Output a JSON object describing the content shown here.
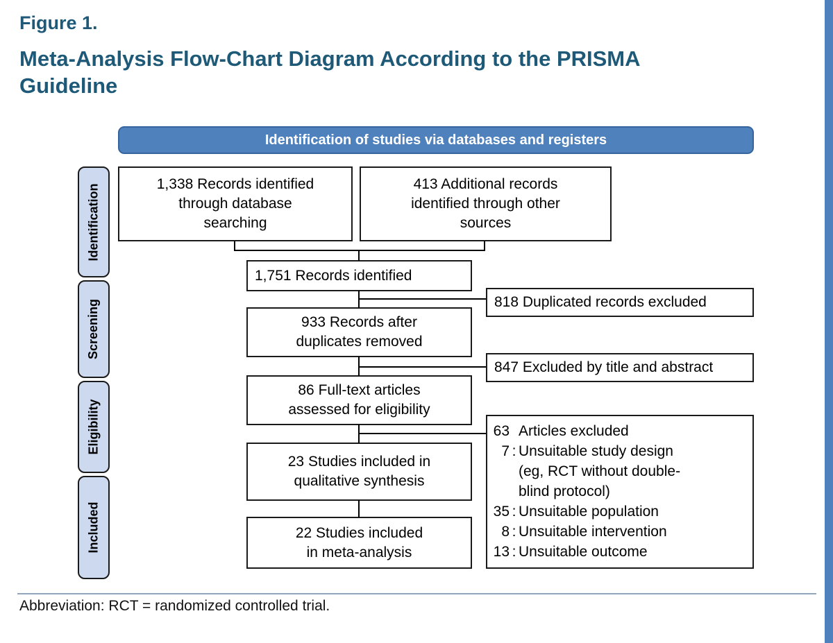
{
  "figure": {
    "label": "Figure 1.",
    "title": "Meta-Analysis Flow-Chart Diagram According to the PRISMA\nGuideline"
  },
  "colors": {
    "heading": "#1E5A78",
    "bar_fill": "#4F81BD",
    "bar_border": "#36649E",
    "stage_fill": "#CCD9EE",
    "box_border": "#1A1A1A",
    "accent_strip": "#4F81BD",
    "divider": "#8FA6BC"
  },
  "flow": {
    "header": "Identification of studies via databases and registers",
    "stages": [
      {
        "label": "Identification"
      },
      {
        "label": "Screening"
      },
      {
        "label": "Eligibility"
      },
      {
        "label": "Included"
      }
    ],
    "boxes": {
      "db_records": {
        "text": "1,338 Records identified\nthrough database\nsearching"
      },
      "other_records": {
        "text": "413 Additional records\nidentified through other\nsources"
      },
      "total_records": {
        "text": "1,751 Records identified"
      },
      "excluded_duplicates": {
        "text": "818 Duplicated records excluded"
      },
      "after_duplicates": {
        "text": "933 Records after\nduplicates removed"
      },
      "excluded_title_abstract": {
        "text": "847 Excluded by title and abstract"
      },
      "fulltext": {
        "text": "86 Full-text articles\nassessed for eligibility"
      },
      "qualitative": {
        "text": "23 Studies included in\nqualitative synthesis"
      },
      "meta_analysis": {
        "text": "22 Studies included\nin meta-analysis"
      },
      "excluded_articles": {
        "rows": [
          {
            "num": "63",
            "sep": "",
            "text": "Articles excluded"
          },
          {
            "num": "7",
            "sep": ":",
            "text": "Unsuitable study design\n(eg, RCT without double-\nblind protocol)"
          },
          {
            "num": "35",
            "sep": ":",
            "text": "Unsuitable population"
          },
          {
            "num": "8",
            "sep": ":",
            "text": "Unsuitable intervention"
          },
          {
            "num": "13",
            "sep": ":",
            "text": "Unsuitable outcome"
          }
        ]
      }
    }
  },
  "footer": {
    "abbreviation": "Abbreviation: RCT = randomized controlled trial."
  }
}
